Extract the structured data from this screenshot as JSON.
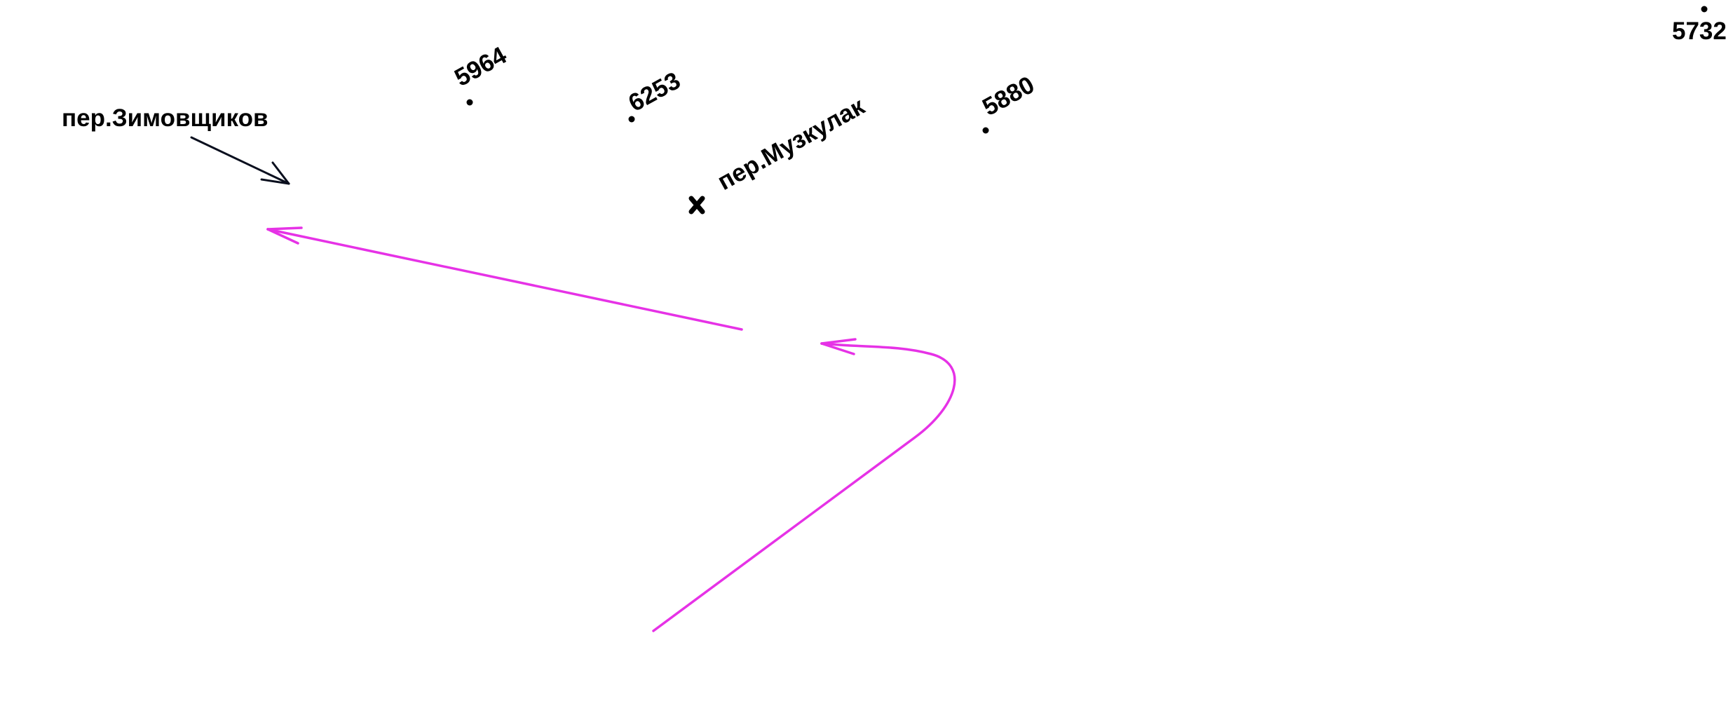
{
  "map": {
    "colors": {
      "background": "#ffffff",
      "label": "#000000",
      "route": "#e632e6",
      "pointer": "#0a0f1e"
    },
    "streets": [
      {
        "name": "пер.Зимовщиков"
      },
      {
        "name": "пер.Музкулак"
      }
    ],
    "elevation_points": [
      {
        "value": "5964"
      },
      {
        "value": "6253"
      },
      {
        "value": "5880"
      },
      {
        "value": "5732"
      }
    ],
    "marker": {
      "icon": "x-marker-icon"
    },
    "routes": [
      {
        "icon": "route-arrow-straight"
      },
      {
        "icon": "route-arrow-curved"
      }
    ],
    "pointer": {
      "icon": "label-pointer-arrow"
    }
  }
}
